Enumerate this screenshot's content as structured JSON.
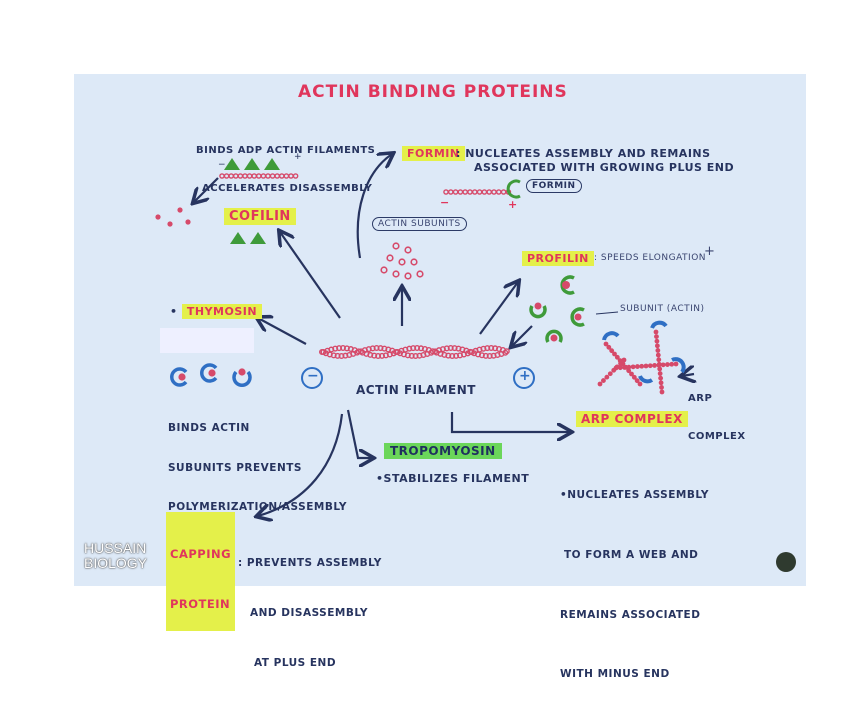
{
  "title": "ACTIN BINDING PROTEINS",
  "center": {
    "filament_label": "ACTIN FILAMENT",
    "minus_sign": "−",
    "plus_sign": "+"
  },
  "cofilin": {
    "label": "COFILIN",
    "description_line1": "BINDS ADP ACTIN FILAMENTS",
    "description_line2": "ACCELERATES DISASSEMBLY",
    "minus": "−",
    "plus": "+"
  },
  "formin": {
    "label": "FORMIN",
    "description_line1": ": NUCLEATES ASSEMBLY AND REMAINS",
    "description_line2": "ASSOCIATED WITH GROWING PLUS END",
    "tag": "FORMIN",
    "minus": "−",
    "plus": "+"
  },
  "actin_subunits": {
    "label": "ACTIN SUBUNITS"
  },
  "profilin": {
    "label": "PROFILIN",
    "description": ": SPEEDS ELONGATION",
    "plus_note": "+",
    "subunit_note": "SUBUNIT (ACTIN)"
  },
  "thymosin": {
    "label": "THYMOSIN",
    "bullet": "•",
    "description_line1": "BINDS ACTIN",
    "description_line2": "SUBUNITS PREVENTS",
    "description_line3": "POLYMERIZATION/ASSEMBLY"
  },
  "tropomyosin": {
    "label": "TROPOMYOSIN",
    "description": "•STABILIZES FILAMENT"
  },
  "arp_complex": {
    "label": "ARP COMPLEX",
    "description_line1": "•NUCLEATES ASSEMBLY",
    "description_line2": "TO FORM A WEB AND",
    "description_line3": "REMAINS ASSOCIATED",
    "description_line4": "WITH MINUS END",
    "diagram_label_line1": "ARP",
    "diagram_label_line2": "COMPLEX"
  },
  "capping_protein": {
    "label_line1": "CAPPING",
    "label_line2": "PROTEIN",
    "description_line1": ": PREVENTS ASSEMBLY",
    "description_line2": "AND DISASSEMBLY",
    "description_line3": "AT PLUS END"
  },
  "watermark": {
    "line1": "HUSSAIN",
    "line2": "BIOLOGY"
  },
  "colors": {
    "board": "#dde9f7",
    "ink": "#27345f",
    "title_red": "#e0365c",
    "highlight_yellow": "#e4f04a",
    "highlight_green": "#6bd65a",
    "actin_bead": "#d64a6a",
    "cofilin_green": "#3f9b3a",
    "thymosin_blue": "#2f6fc4"
  }
}
